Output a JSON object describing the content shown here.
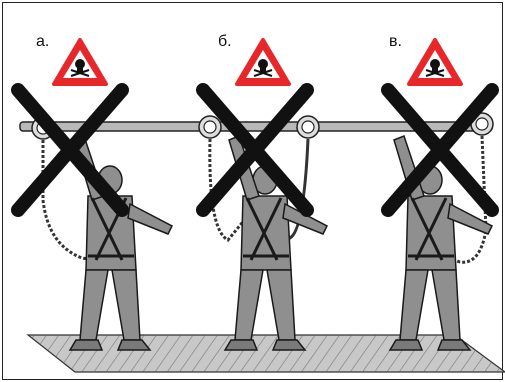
{
  "panels": [
    {
      "label": "а.",
      "warning_icon": "skull-crossbones-warning-icon",
      "status": "prohibited-x-mark"
    },
    {
      "label": "б.",
      "warning_icon": "skull-crossbones-warning-icon",
      "status": "prohibited-x-mark"
    },
    {
      "label": "в.",
      "warning_icon": "skull-crossbones-warning-icon",
      "status": "prohibited-x-mark"
    }
  ],
  "colors": {
    "warning_red": "#e8272a",
    "figure_gray": "#8f8f8f",
    "outline": "#1a1a1a",
    "rail": "#b9b9b9",
    "floor": "#c8c8c8"
  }
}
